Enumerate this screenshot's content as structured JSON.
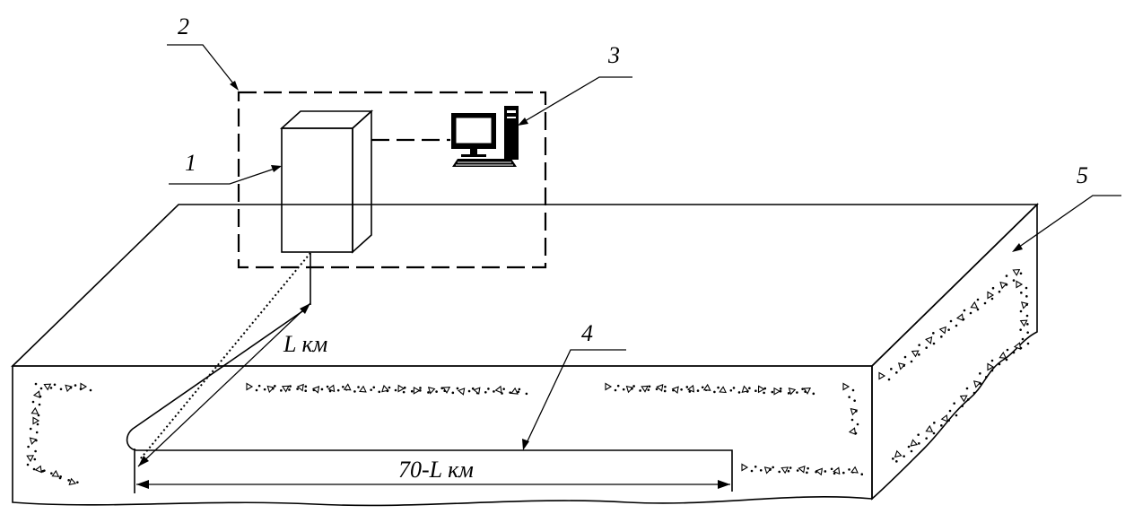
{
  "labels": {
    "n1": "1",
    "n2": "2",
    "n3": "3",
    "n4": "4",
    "n5": "5",
    "distance_to_device": "L км",
    "remaining_distance": "70-L км"
  },
  "colors": {
    "stroke": "#000000",
    "background": "#ffffff"
  },
  "icons": {
    "computer": "computer-icon",
    "aggregate": "triangle-aggregate-texture"
  }
}
